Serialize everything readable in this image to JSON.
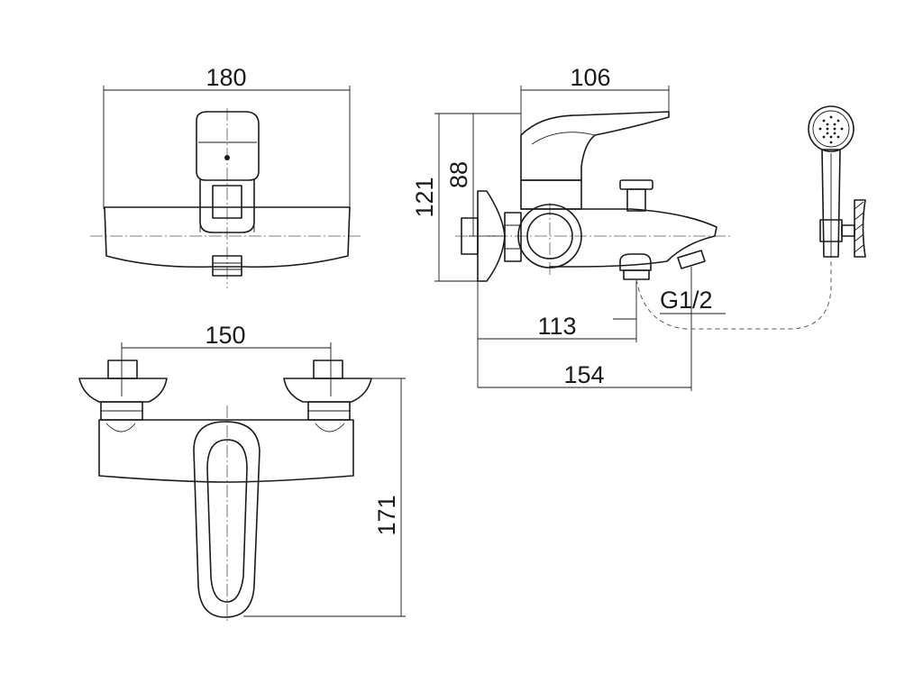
{
  "dimensions": {
    "top_view_width": "180",
    "side_lever_length": "106",
    "side_total_height": "121",
    "side_body_height": "88",
    "front_inlet_spacing": "150",
    "front_height": "171",
    "spout_offset": "113",
    "spout_length": "154",
    "thread": "G1/2"
  }
}
